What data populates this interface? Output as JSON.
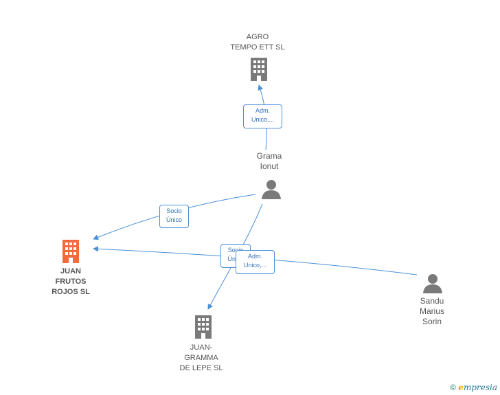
{
  "nodes": {
    "agro": {
      "lines": [
        "AGRO",
        "TEMPO ETT  SL"
      ]
    },
    "grama": {
      "lines": [
        "Grama",
        "Ionut"
      ]
    },
    "juan_frutos": {
      "lines": [
        "JUAN",
        "FRUTOS",
        "ROJOS  SL"
      ]
    },
    "juan_gramma": {
      "lines": [
        "JUAN-",
        "GRAMMA",
        "DE LEPE  SL"
      ]
    },
    "sandu": {
      "lines": [
        "Sandu",
        "Marius",
        "Sorin"
      ]
    }
  },
  "edges": {
    "grama_agro": {
      "lines": [
        "Adm.",
        "Unico,..."
      ]
    },
    "grama_juan_frutos": {
      "lines": [
        "Socio",
        "Único"
      ]
    },
    "grama_juan_gramma_socio": {
      "lines": [
        "Socio",
        "Único"
      ]
    },
    "grama_juan_gramma_adm": {
      "lines": [
        "Adm.",
        "Unico,..."
      ]
    }
  },
  "colors": {
    "company": "#7a7a7a",
    "company_main": "#f26a3d",
    "person": "#7a7a7a",
    "edge": "#4a8fd8"
  },
  "footer": {
    "copyright": "©",
    "brand_e": "e",
    "brand_rest": "mpresia"
  }
}
